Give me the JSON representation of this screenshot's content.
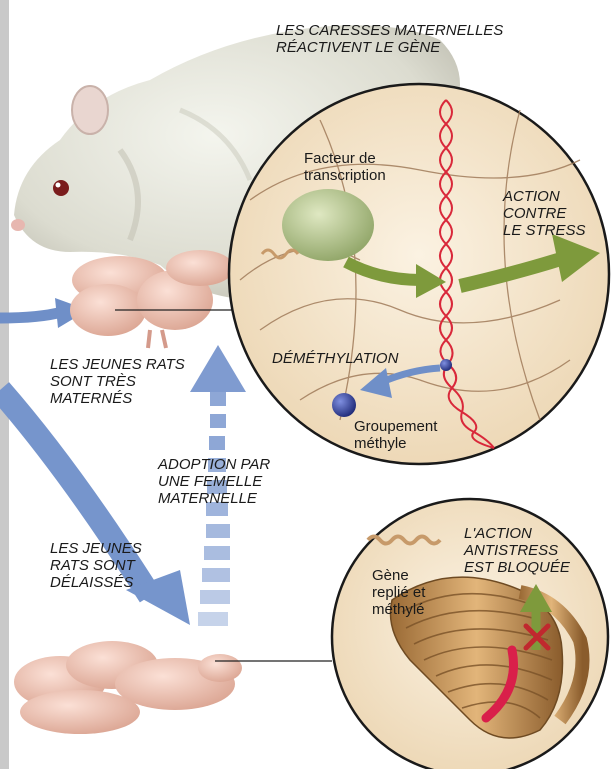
{
  "labels": {
    "top_caption": "LES CARESSES MATERNELLES\nRÉACTIVENT LE GÈNE",
    "transcription_factor": "Facteur de\ntranscription",
    "action_stress": "ACTION\nCONTRE\nLE STRESS",
    "demethylation": "DÉMÉTHYLATION",
    "methyl_group": "Groupement\nméthyle",
    "young_rats_mothered": "LES JEUNES RATS\nSONT TRÈS\nMATERNÉS",
    "adoption": "ADOPTION PAR\nUNE FEMELLE\nMATERNELLE",
    "young_rats_neglected": "LES JEUNES\nRATS SONT\nDÉLAISSÉS",
    "gene_folded": "Gène\nreplié et\nméthylé",
    "antistress_blocked": "L'ACTION\nANTISTRESS\nEST BLOQUÉE"
  },
  "colors": {
    "arrow_blue": "#6f8fc8",
    "arrow_green": "#7e9a3c",
    "dna_red": "#d9283a",
    "circle_bg": "#f2e3c8",
    "methyl_blue": "#2f3f9a",
    "factor_green": "#b9c98e",
    "block_red": "#c0282e"
  }
}
